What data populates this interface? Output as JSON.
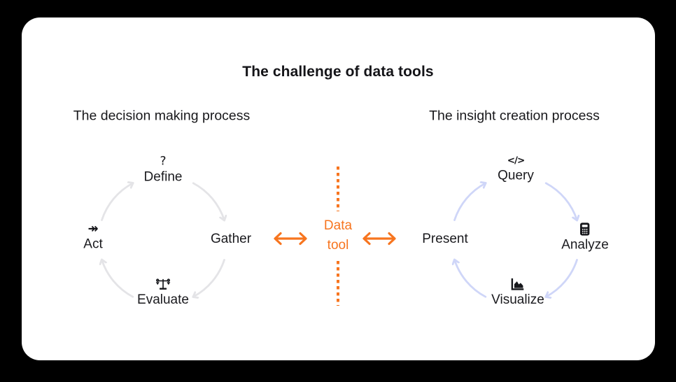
{
  "card": {
    "title": "The challenge of data tools"
  },
  "left_process": {
    "heading": "The decision making process",
    "arrow_color": "#e4e4e7",
    "nodes": [
      {
        "label": "Define",
        "icon": "question-mark-icon",
        "glyph": "?"
      },
      {
        "label": "Gather",
        "icon": null,
        "glyph": ""
      },
      {
        "label": "Evaluate",
        "icon": "scales-icon",
        "glyph": ""
      },
      {
        "label": "Act",
        "icon": "double-arrow-icon",
        "glyph": "↠"
      }
    ]
  },
  "center": {
    "label_line1": "Data",
    "label_line2": "tool",
    "accent_color": "#f7751f"
  },
  "right_process": {
    "heading": "The insight creation process",
    "arrow_color": "#cfd6f8",
    "nodes": [
      {
        "label": "Query",
        "icon": "code-icon",
        "glyph": "</>"
      },
      {
        "label": "Analyze",
        "icon": "calculator-icon",
        "glyph": ""
      },
      {
        "label": "Visualize",
        "icon": "chart-icon",
        "glyph": ""
      },
      {
        "label": "Present",
        "icon": null,
        "glyph": ""
      }
    ]
  }
}
